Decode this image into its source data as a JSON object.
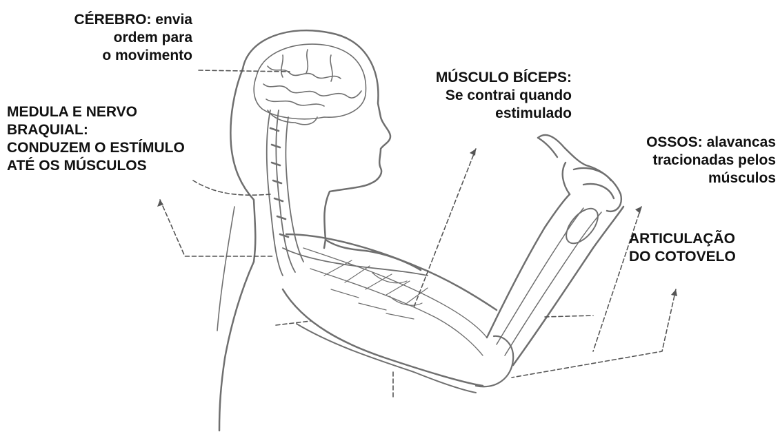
{
  "labels": {
    "brain": [
      "CÉREBRO: envia",
      "ordem para",
      "o movimento"
    ],
    "spine": [
      "MEDULA E NERVO",
      "BRAQUIAL:",
      "CONDUZEM O ESTÍMULO",
      "ATÉ OS MÚSCULOS"
    ],
    "biceps": [
      "MÚSCULO BÍCEPS:",
      "Se contrai quando",
      "estimulado"
    ],
    "bones": [
      "OSSOS: alavancas",
      "tracionadas pelos",
      "músculos"
    ],
    "elbow": [
      "ARTICULAÇÃO",
      "DO COTOVELO"
    ]
  },
  "colors": {
    "text": "#111111",
    "drawing": "#6f6f6f",
    "background": "#ffffff"
  }
}
